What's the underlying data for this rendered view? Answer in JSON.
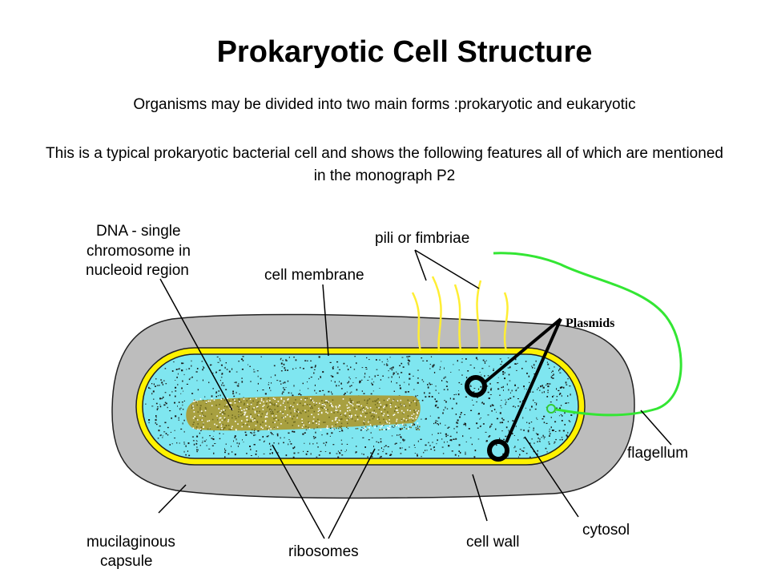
{
  "title": "Prokaryotic Cell Structure",
  "intro": "Organisms may be divided into two main forms :prokaryotic and eukaryotic",
  "description": "This is a typical prokaryotic bacterial cell and shows the following features all of which are mentioned in the monograph P2",
  "labels": {
    "dna_line1": "DNA - single",
    "dna_line2": "chromosome in",
    "dna_line3": "nucleoid region",
    "cell_membrane": "cell membrane",
    "pili": "pili or fimbriae",
    "plasmids": "Plasmids",
    "flagellum": "flagellum",
    "cytosol": "cytosol",
    "cell_wall": "cell wall",
    "ribosomes": "ribosomes",
    "capsule_line1": "mucilaginous",
    "capsule_line2": "capsule"
  },
  "colors": {
    "capsule": "#bdbdbd",
    "cell_wall": "#fff200",
    "cytosol": "#7fe6f0",
    "nucleoid": "#a8a040",
    "flagellum": "#33e633",
    "pili": "#ffee33"
  }
}
